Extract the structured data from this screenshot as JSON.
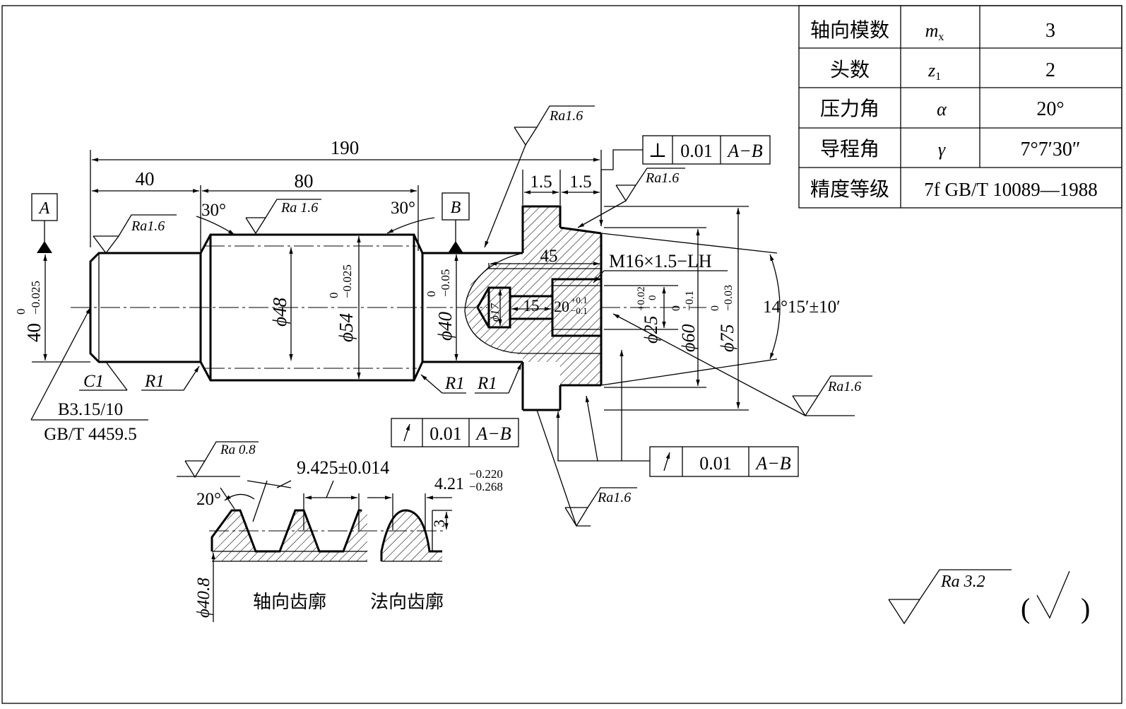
{
  "param_table": {
    "rows": [
      {
        "name": "轴向模数",
        "symbol": "m",
        "symbol_sub": "x",
        "value": "3"
      },
      {
        "name": "头数",
        "symbol": "z",
        "symbol_sub": "1",
        "value": "2"
      },
      {
        "name": "压力角",
        "symbol": "α",
        "symbol_sub": "",
        "value": "20°"
      },
      {
        "name": "导程角",
        "symbol": "γ",
        "symbol_sub": "",
        "value": "7°7′30″"
      },
      {
        "name": "精度等级",
        "value_full": "7f  GB/T 10089—1988"
      }
    ]
  },
  "dimensions": {
    "overall_length": "190",
    "left_length": "40",
    "worm_length": "80",
    "chamfer_angle_left": "30°",
    "chamfer_angle_right": "30°",
    "step_1": "1.5",
    "step_2": "1.5",
    "bore_depth": "45",
    "thread_callout": "M16×1.5−LH",
    "phi17": "ϕ17",
    "depth_15": "15",
    "depth_20": "20",
    "depth_20_up": "+0.1",
    "depth_20_low": "−0.1",
    "phi48": "ϕ48",
    "phi54": "ϕ54",
    "phi54_up": "0",
    "phi54_low": "−0.025",
    "phi40_right": "ϕ40",
    "phi40_right_up": "0",
    "phi40_right_low": "−0.05",
    "phi40_left": "40",
    "phi40_left_up": "0",
    "phi40_left_low": "−0.025",
    "phi25": "ϕ25",
    "phi25_up": "+0.02",
    "phi25_low": "0",
    "phi60": "ϕ60",
    "phi60_up": "0",
    "phi60_low": "−0.1",
    "phi75": "ϕ75",
    "phi75_up": "0",
    "phi75_low": "−0.03",
    "taper_angle": "14°15′±10′",
    "c1": "C1",
    "r1_a": "R1",
    "r1_b": "R1",
    "r1_c": "R1",
    "center_hole_1": "B3.15/10",
    "center_hole_2": "GB/T 4459.5"
  },
  "datums": {
    "a": "A",
    "b": "B"
  },
  "roughness": {
    "ra16": "Ra1.6",
    "ra16_spaced": "Ra 1.6",
    "ra08": "Ra 0.8",
    "ra32": "Ra 3.2",
    "general_suffix_open": "(",
    "general_suffix_close": ")"
  },
  "tolerances": {
    "perpendicularity": {
      "symbol": "⊥",
      "value": "0.01",
      "datum": "A−B"
    },
    "runout_1": {
      "value": "0.01",
      "datum": "A−B"
    },
    "runout_2": {
      "value": "0.01",
      "datum": "A−B"
    }
  },
  "tooth_profile": {
    "pitch": "9.425±0.014",
    "thickness": "4.21",
    "thickness_up": "−0.220",
    "thickness_low": "−0.268",
    "angle": "20°",
    "height": "3",
    "root_dia": "ϕ40.8",
    "label_axial": "轴向齿廓",
    "label_normal": "法向齿廓"
  }
}
